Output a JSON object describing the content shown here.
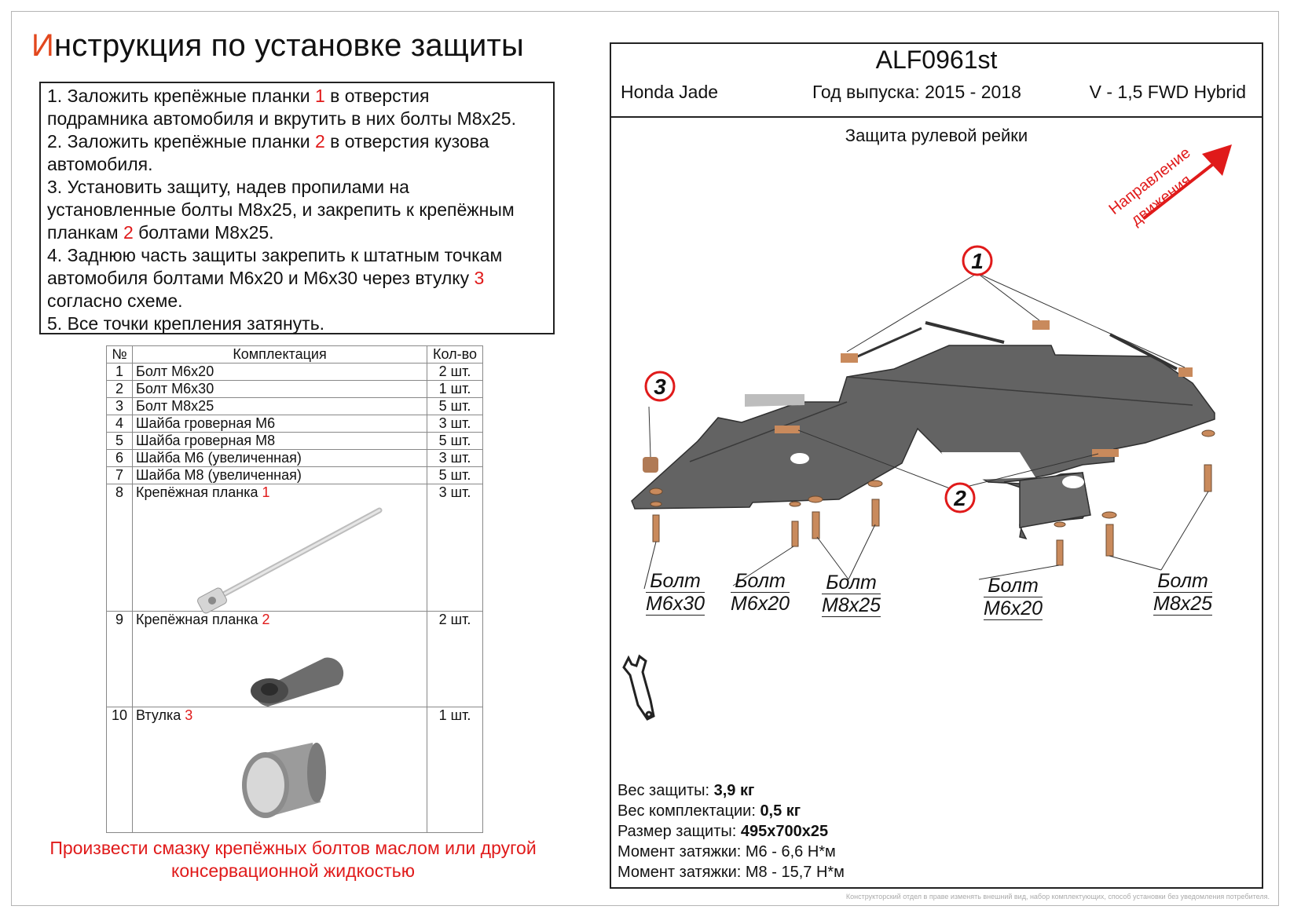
{
  "title_first": "И",
  "title_rest": "нструкция по установке защиты",
  "steps": {
    "s1a": "1. Заложить крепёжные планки ",
    "s1n": "1",
    "s1b": " в отверстия",
    "s1c": "подрамника автомобиля и вкрутить в них болты М8х25.",
    "s2a": "2. Заложить крепёжные планки ",
    "s2n": "2",
    "s2b": " в отверстия кузова",
    "s2c": "автомобиля.",
    "s3a": "3. Установить защиту, надев пропилами на",
    "s3b": "установленные болты М8х25, и закрепить к крепёжным",
    "s3c": "планкам ",
    "s3n": "2",
    "s3d": " болтами М8х25.",
    "s4a": "4. Заднюю часть защиты закрепить к штатным точкам",
    "s4b": "автомобиля болтами М6х20 и М6х30 через втулку ",
    "s4n": "3",
    "s4c": "согласно схеме.",
    "s5": "5. Все точки крепления затянуть."
  },
  "kit": {
    "headers": [
      "№",
      "Комплектация",
      "Кол-во"
    ],
    "rows": [
      {
        "n": "1",
        "name": "Болт М6х20",
        "qty": "2 шт."
      },
      {
        "n": "2",
        "name": "Болт М6х30",
        "qty": "1 шт."
      },
      {
        "n": "3",
        "name": "Болт М8х25",
        "qty": "5 шт."
      },
      {
        "n": "4",
        "name": "Шайба гроверная М6",
        "qty": "3 шт."
      },
      {
        "n": "5",
        "name": "Шайба гроверная М8",
        "qty": "5 шт."
      },
      {
        "n": "6",
        "name": "Шайба М6 (увеличенная)",
        "qty": "3 шт."
      },
      {
        "n": "7",
        "name": "Шайба М8 (увеличенная)",
        "qty": "5 шт."
      },
      {
        "n": "8",
        "name": "Крепёжная планка ",
        "ref": "1",
        "qty": "3 шт."
      },
      {
        "n": "9",
        "name": "Крепёжная планка ",
        "ref": "2",
        "qty": "2 шт."
      },
      {
        "n": "10",
        "name": "Втулка ",
        "ref": "3",
        "qty": "1 шт."
      }
    ]
  },
  "note1": "Произвести смазку крепёжных болтов маслом или другой",
  "note2": "консервационной жидкостью",
  "code": "ALF0961st",
  "car": "Honda Jade",
  "year": "Год выпуска: 2015 - 2018",
  "engine": "V - 1,5 FWD Hybrid",
  "part": "Защита рулевой рейки",
  "direction1": "Направление",
  "direction2": "движения",
  "callouts": [
    "1",
    "2",
    "3"
  ],
  "bolts": [
    {
      "l1": "Болт",
      "l2": "М6х30"
    },
    {
      "l1": "Болт",
      "l2": "М6х20"
    },
    {
      "l1": "Болт",
      "l2": "М8х25"
    },
    {
      "l1": "Болт",
      "l2": "М6х20"
    },
    {
      "l1": "Болт",
      "l2": "М8х25"
    }
  ],
  "specs": {
    "w_label": "Вес защиты: ",
    "w_val": "3,9 кг",
    "k_label": "Вес комплектации: ",
    "k_val": "0,5 кг",
    "s_label": "Размер защиты: ",
    "s_val": "495х700х25",
    "t1": "Момент затяжки:  М6 - 6,6 Н*м",
    "t2": "Момент затяжки:  М8 - 15,7 Н*м"
  },
  "fine_print": "Конструкторский отдел в праве изменять внешний вид, набор комплектующих, способ установки без уведомления потребителя.",
  "colors": {
    "accent": "#e01a1a",
    "title_letter": "#e2471d",
    "part_fill": "#646464",
    "bracket": "#c98a5c"
  }
}
